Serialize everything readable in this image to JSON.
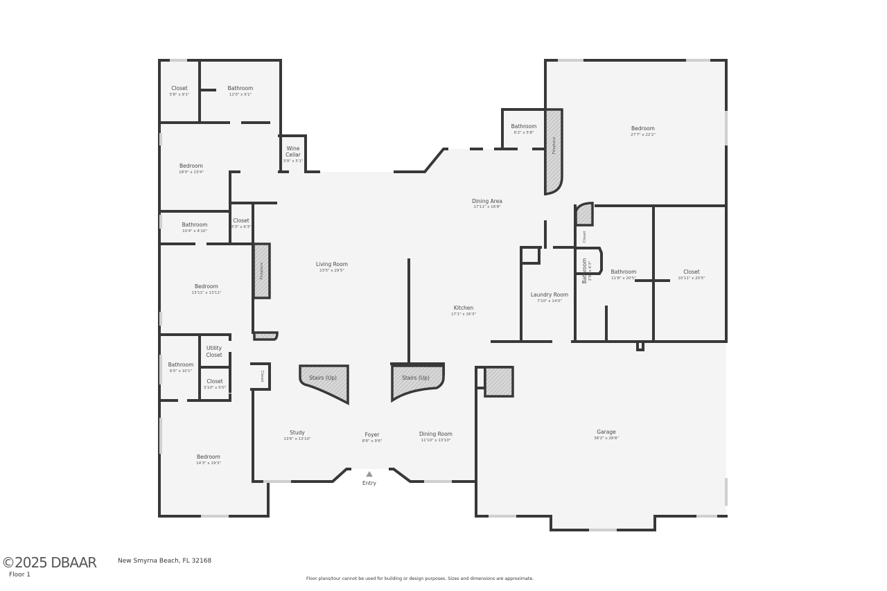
{
  "rooms": [
    {
      "name": "Closet",
      "dims": "5'8\" x 9'1\""
    },
    {
      "name": "Bathroom",
      "dims": "12'0\" x 9'1\""
    },
    {
      "name": "Bedroom",
      "dims": "18'0\" x 13'4\""
    },
    {
      "name": "Wine",
      "name2": "Cellar",
      "dims": "3'9\" x 5'1\""
    },
    {
      "name": "Bathroom",
      "dims": "10'4\" x 4'10\""
    },
    {
      "name": "Closet",
      "dims": "3'3\" x 6'3\""
    },
    {
      "name": "Bedroom",
      "dims": "13'11\" x 13'11\""
    },
    {
      "name": "Utility",
      "name2": "Closet"
    },
    {
      "name": "Bathroom",
      "dims": "6'0\" x 10'1\""
    },
    {
      "name": "Closet",
      "dims": "3'10\" x 5'0\""
    },
    {
      "name": "Bedroom",
      "dims": "14'3\" x 19'3\""
    },
    {
      "name": "Living Room",
      "dims": "23'5\" x 29'5\""
    },
    {
      "name": "Dining Area",
      "dims": "17'11\" x 16'8\""
    },
    {
      "name": "Kitchen",
      "dims": "17'1\" x 16'3\""
    },
    {
      "name": "Study",
      "dims": "13'6\" x 13'10\""
    },
    {
      "name": "Foyer",
      "dims": "8'6\" x 9'6\""
    },
    {
      "name": "Dining Room",
      "dims": "11'10\" x 13'10\""
    },
    {
      "name": "Garage",
      "dims": "38'2\" x 28'8\""
    },
    {
      "name": "Bathroom",
      "dims": "6'2\" x 5'8\""
    },
    {
      "name": "Bedroom",
      "dims": "27'7\" x 22'2\""
    },
    {
      "name": "Laundry Room",
      "dims": "7'10\" x 14'0\""
    },
    {
      "name": "Bathroom",
      "dims": "2'8\" x 6'3\""
    },
    {
      "name": "Bathroom",
      "dims": "11'8\" x 20'5\""
    },
    {
      "name": "Closet",
      "dims": "10'11\" x 20'5\""
    }
  ],
  "fixtures": {
    "fireplace": "Fireplace",
    "closet": "Closet",
    "stairs": "Stairs (Up)",
    "entry": "Entry"
  },
  "footer": {
    "address": "New Smyrna Beach, FL 32168",
    "floor": "Floor 1",
    "disclaimer": "Floor plans/tour cannot be used for building or design purposes. Sizes and dimensions are approximate.",
    "watermark": "©2025 DBAAR"
  },
  "colors": {
    "wall": "#383838",
    "floor": "#f4f4f4",
    "window": "#cfcfcf"
  }
}
